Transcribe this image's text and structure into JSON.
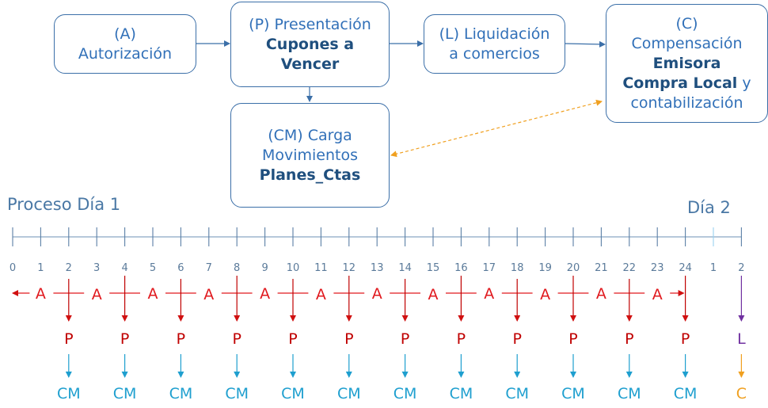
{
  "boxes": {
    "a": {
      "lines": [
        "(A)",
        "Autorización"
      ]
    },
    "p": {
      "lines": [
        "(P) Presentación"
      ],
      "bold": [
        "Cupones a",
        "Vencer"
      ]
    },
    "l": {
      "lines": [
        "(L) Liquidación",
        "a comercios"
      ]
    },
    "c": {
      "line1": "(C)",
      "line2": "Compensación",
      "bold1": "Emisora",
      "bold2": "Compra Local",
      "tail2": " y",
      "line4": "contabilización"
    },
    "cm": {
      "lines": [
        "(CM) Carga",
        "Movimientos"
      ],
      "bold": [
        "Planes_Ctas"
      ]
    }
  },
  "timeline": {
    "day1_label": "Proceso Día 1",
    "day2_label": "Día 2",
    "hours": [
      "0",
      "1",
      "2",
      "3",
      "4",
      "5",
      "6",
      "7",
      "8",
      "9",
      "10",
      "11",
      "12",
      "13",
      "14",
      "15",
      "16",
      "17",
      "18",
      "19",
      "20",
      "21",
      "22",
      "23",
      "24",
      "1",
      "2"
    ],
    "a_label": "A",
    "p_label": "P",
    "cm_label": "CM",
    "l_label": "L",
    "c_label": "C"
  },
  "colors": {
    "box_border": "#3b6fa8",
    "box_text": "#3170b8",
    "axis": "#4a78a5",
    "a": "#e0191e",
    "p": "#c00000",
    "cm": "#1e9fcf",
    "l": "#7030a0",
    "c": "#f0a020",
    "dashed": "#f0a020"
  }
}
